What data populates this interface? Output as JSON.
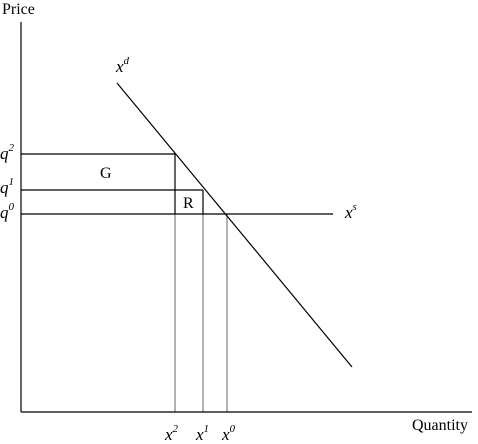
{
  "axes": {
    "y_label": "Price",
    "x_label": "Quantity"
  },
  "curves": {
    "demand": {
      "base": "x",
      "sup": "d"
    },
    "supply": {
      "base": "x",
      "sup": "s"
    }
  },
  "price_levels": [
    {
      "base": "q",
      "sup": "2"
    },
    {
      "base": "q",
      "sup": "1"
    },
    {
      "base": "q",
      "sup": "0"
    }
  ],
  "quantity_levels": [
    {
      "base": "x",
      "sup": "2"
    },
    {
      "base": "x",
      "sup": "1"
    },
    {
      "base": "x",
      "sup": "0"
    }
  ],
  "regions": {
    "g": "G",
    "r": "R"
  }
}
